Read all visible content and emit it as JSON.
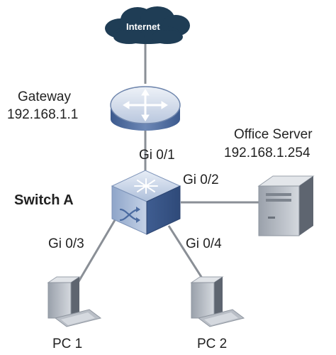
{
  "internet": {
    "label": "Internet"
  },
  "gateway": {
    "name": "Gateway",
    "ip": "192.168.1.1"
  },
  "server": {
    "name": "Office Server",
    "ip": "192.168.1.254"
  },
  "switch": {
    "name": "Switch A"
  },
  "ports": {
    "p1": "Gi 0/1",
    "p2": "Gi 0/2",
    "p3": "Gi 0/3",
    "p4": "Gi 0/4"
  },
  "pcs": {
    "pc1": "PC 1",
    "pc2": "PC 2"
  },
  "colors": {
    "cloud": "#1f3d55",
    "device_blue": "#4a6aa0",
    "device_blue_light": "#c9d6ea",
    "link": "#8a8f96"
  }
}
